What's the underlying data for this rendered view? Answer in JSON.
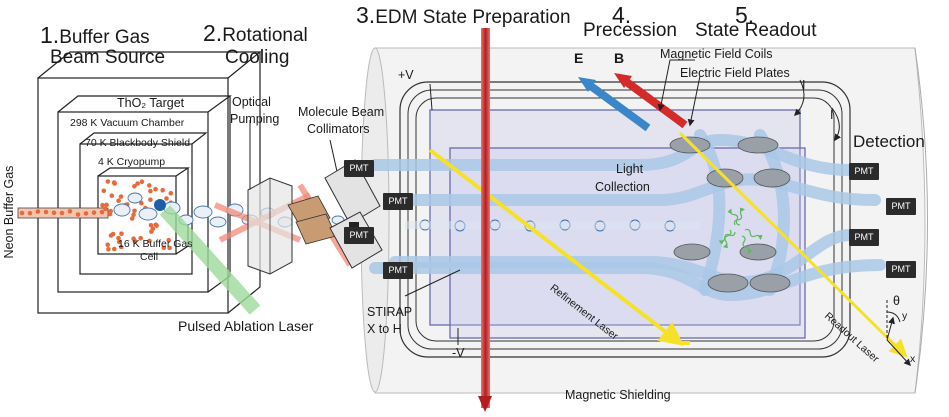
{
  "steps": [
    {
      "num": "1.",
      "title_line1": "Buffer Gas",
      "title_line2": "Beam Source"
    },
    {
      "num": "2.",
      "title_line1": "Rotational",
      "title_line2": "Cooling"
    },
    {
      "num": "3.",
      "title_line1": "EDM State Preparation"
    },
    {
      "num": "4.",
      "title_line1": "Precession"
    },
    {
      "num": "5.",
      "title_line1": "State Readout"
    }
  ],
  "source": {
    "target": "ThO₂ Target",
    "vacuum": "298 K Vacuum Chamber",
    "blackbody": "70 K Blackbody Shield",
    "cryopump": "4 K Cryopump",
    "cell_line1": "16 K Buffer Gas",
    "cell_line2": "Cell",
    "neon": "Neon Buffer Gas",
    "ablation": "Pulsed Ablation Laser"
  },
  "cooling": {
    "optical_line1": "Optical",
    "optical_line2": "Pumping",
    "collimators_line1": "Molecule Beam",
    "collimators_line2": "Collimators"
  },
  "interaction": {
    "plus_v": "+V",
    "minus_v": "-V",
    "stirap_line1": "STIRAP",
    "stirap_line2": "X to H",
    "light_line1": "Light",
    "light_line2": "Collection",
    "refinement": "Refinement Laser",
    "readout": "Readout Laser",
    "shielding": "Magnetic Shielding",
    "coils": "Magnetic Field Coils",
    "plates": "Electric Field Plates",
    "detection": "Detection",
    "e_vec": "E",
    "b_vec": "B",
    "current1": "I",
    "current2": "I",
    "theta": "θ",
    "axis_x": "x",
    "axis_y": "y"
  },
  "pmt_label": "PMT",
  "colors": {
    "beam_light": "#a9c8e6",
    "e_arrow": "#3a86c8",
    "b_arrow": "#d42a2a",
    "edm_laser": "#c62828",
    "ablation_laser": "#9ed99a",
    "yellow_laser": "#f5e12a",
    "molecule": "#e86a3a"
  }
}
